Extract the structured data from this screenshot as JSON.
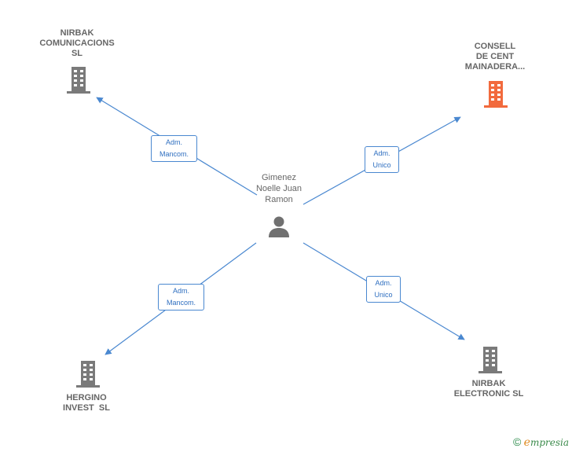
{
  "colors": {
    "edge": "#4a88d0",
    "company": "#7a7a7a",
    "highlight": "#f26a3d",
    "person": "#707070"
  },
  "center": {
    "lines": [
      "Gimenez",
      "Noelle Juan",
      "Ramon"
    ],
    "icon": "person-icon"
  },
  "companies": [
    {
      "id": "nirbak-comunicacions",
      "lines": [
        "NIRBAK",
        "COMUNICACIONS",
        "SL"
      ],
      "highlight": false,
      "icon": "building-icon"
    },
    {
      "id": "consell-de-cent",
      "lines": [
        "CONSELL",
        "DE CENT",
        "MAINADERA..."
      ],
      "highlight": true,
      "icon": "building-icon"
    },
    {
      "id": "hergino-invest",
      "lines": [
        "HERGINO",
        "INVEST  SL"
      ],
      "highlight": false,
      "icon": "building-icon"
    },
    {
      "id": "nirbak-electronic",
      "lines": [
        "NIRBAK",
        "ELECTRONIC SL"
      ],
      "highlight": false,
      "icon": "building-icon"
    }
  ],
  "relations": [
    {
      "to": "nirbak-comunicacions",
      "lines": [
        "Adm.",
        "Mancom."
      ]
    },
    {
      "to": "consell-de-cent",
      "lines": [
        "Adm.",
        "Unico"
      ]
    },
    {
      "to": "hergino-invest",
      "lines": [
        "Adm.",
        "Mancom."
      ]
    },
    {
      "to": "nirbak-electronic",
      "lines": [
        "Adm.",
        "Unico"
      ]
    }
  ],
  "footer": {
    "copyright": "©",
    "brand": "empresia",
    "brand_initial": "e",
    "brand_rest": "mpresia"
  }
}
